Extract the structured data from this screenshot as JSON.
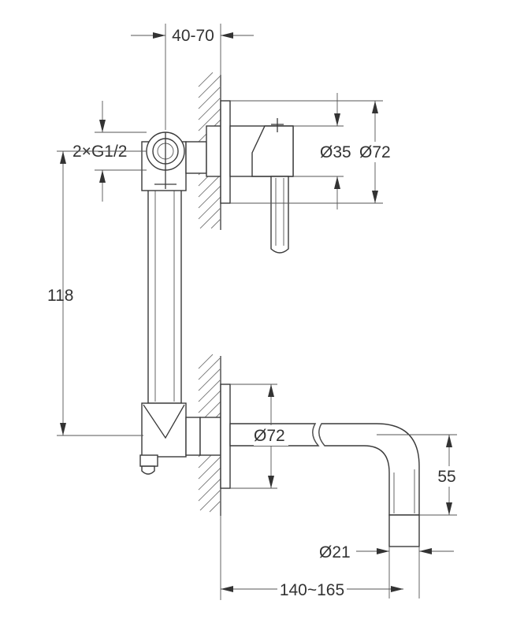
{
  "dimensions": {
    "wall_gap": "40-70",
    "inlet": "2×G1/2",
    "height": "118",
    "diameter_small": "Ø35",
    "diameter_plate_top": "Ø72",
    "diameter_plate_bottom": "Ø72",
    "spout_drop": "55",
    "spout_diameter": "Ø21",
    "spout_reach": "140~165"
  }
}
